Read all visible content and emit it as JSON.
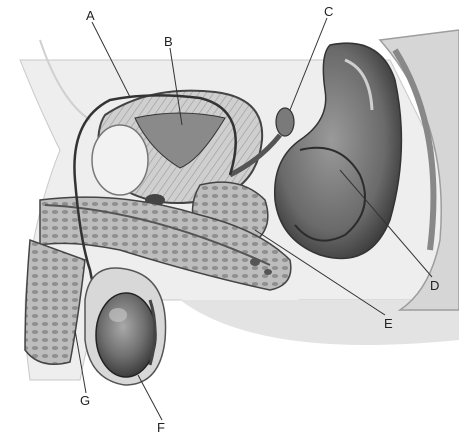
{
  "figure": {
    "labels": [
      {
        "id": "A",
        "text": "A"
      },
      {
        "id": "B",
        "text": "B"
      },
      {
        "id": "C",
        "text": "C"
      },
      {
        "id": "D",
        "text": "D"
      },
      {
        "id": "E",
        "text": "E"
      },
      {
        "id": "F",
        "text": "F"
      },
      {
        "id": "G",
        "text": "G"
      }
    ]
  }
}
